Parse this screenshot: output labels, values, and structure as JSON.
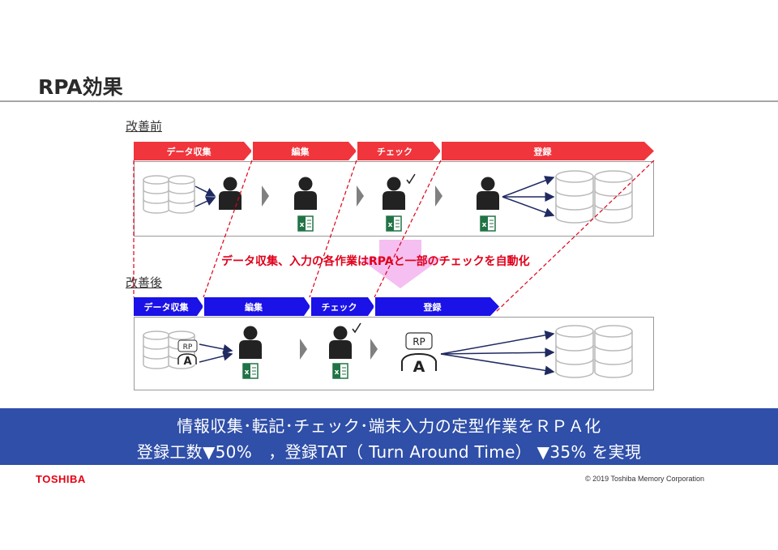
{
  "title": "RPA効果",
  "before": {
    "label": "改善前",
    "stages": [
      "データ収集",
      "編集",
      "チェック",
      "登録"
    ],
    "stage_color": "#f0353c"
  },
  "after": {
    "label": "改善後",
    "stages": [
      "データ収集",
      "編集",
      "チェック",
      "登録"
    ],
    "stage_color": "#1a12e6"
  },
  "callout": "データ収集、入力の各作業はRPAと一部のチェックを自動化",
  "rpa_badge": {
    "top": "RP",
    "bottom": "A"
  },
  "banner": {
    "line1": "情報収集･転記･チェック･端末入力の定型作業をＲＰＡ化",
    "line2": "登録工数▼50%　，登録TAT（ Turn Around Time）  ▼35% を実現"
  },
  "footer": {
    "logo": "TOSHIBA",
    "copyright": "© 2019 Toshiba Memory Corporation"
  },
  "colors": {
    "accent_red": "#e0001a",
    "banner_blue": "#2f4fa8",
    "arrow_pink": "#f4b8f0"
  }
}
